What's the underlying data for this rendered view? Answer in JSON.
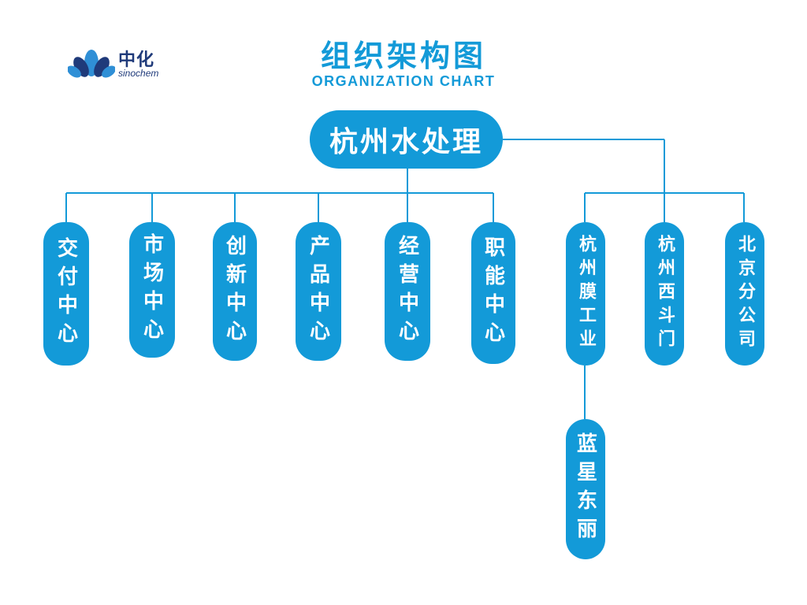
{
  "brand": {
    "name_cn": "中化",
    "name_en": "sinochem",
    "colors": {
      "primary": "#139ad8",
      "logo_dark": "#1f3a7a",
      "logo_light": "#2f8fd6"
    }
  },
  "header": {
    "title": "组织架构图",
    "subtitle": "ORGANIZATION CHART"
  },
  "org": {
    "root": "杭州水处理",
    "centers": [
      "交付中心",
      "市场中心",
      "创新中心",
      "产品中心",
      "经营中心",
      "职能中心"
    ],
    "companies": [
      "杭州膜工业",
      "杭州西斗门",
      "北京分公司"
    ],
    "sub_company": "蓝星东丽"
  }
}
